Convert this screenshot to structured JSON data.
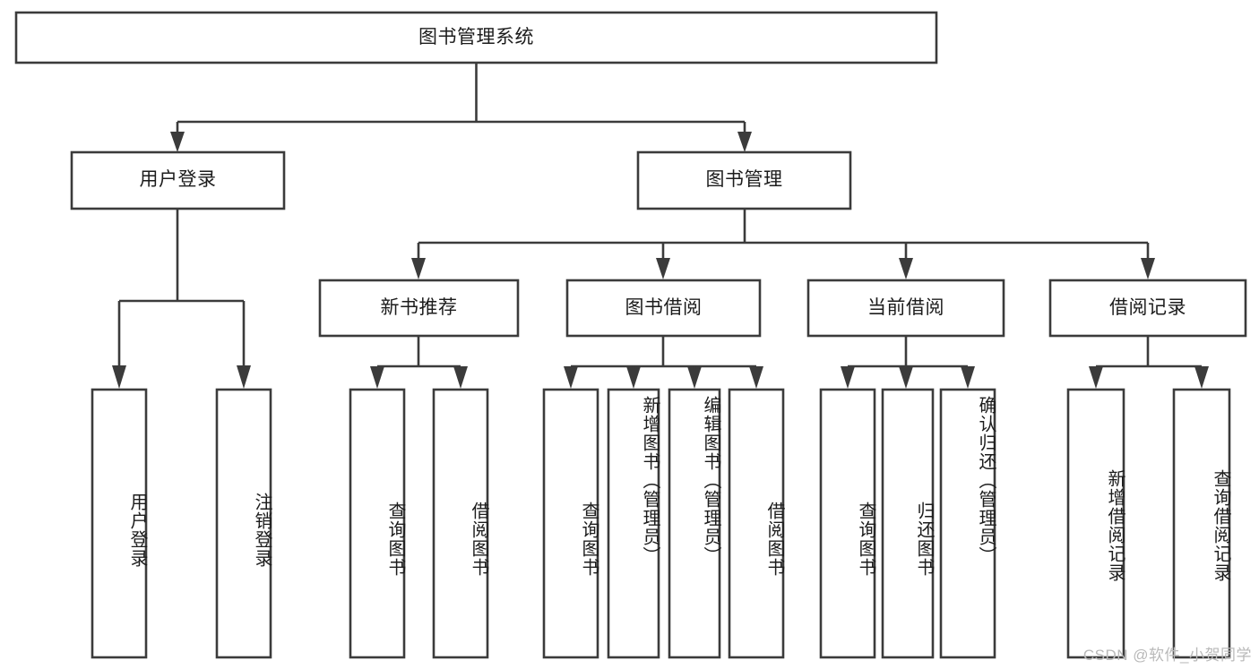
{
  "diagram": {
    "title": "图书管理系统",
    "type": "hierarchy-tree",
    "watermark": "CSDN @软件_小贺同学",
    "colors": {
      "stroke": "#3b3b3b",
      "box_fill": "#ffffff",
      "text": "#1c1c1c",
      "background": "#ffffff",
      "watermark": "#b9b9b9"
    },
    "levels": {
      "level1": [
        {
          "id": "root",
          "label": "图书管理系统",
          "orientation": "horizontal"
        }
      ],
      "level2": [
        {
          "id": "user-login",
          "label": "用户登录",
          "orientation": "horizontal"
        },
        {
          "id": "book-manage",
          "label": "图书管理",
          "orientation": "horizontal"
        }
      ],
      "level3": [
        {
          "id": "new-book-recommend",
          "label": "新书推荐",
          "orientation": "horizontal"
        },
        {
          "id": "book-borrow",
          "label": "图书借阅",
          "orientation": "horizontal"
        },
        {
          "id": "current-borrow",
          "label": "当前借阅",
          "orientation": "horizontal"
        },
        {
          "id": "borrow-record",
          "label": "借阅记录",
          "orientation": "horizontal"
        }
      ],
      "level4": [
        {
          "id": "leaf-user-login",
          "label": "用户登录",
          "orientation": "vertical",
          "parent": "user-login"
        },
        {
          "id": "leaf-logout-login",
          "label": "注销登录",
          "orientation": "vertical",
          "parent": "user-login"
        },
        {
          "id": "leaf-query-book-1",
          "label": "查询图书",
          "orientation": "vertical",
          "parent": "new-book-recommend"
        },
        {
          "id": "leaf-borrow-book-1",
          "label": "借阅图书",
          "orientation": "vertical",
          "parent": "new-book-recommend"
        },
        {
          "id": "leaf-query-book-2",
          "label": "查询图书",
          "orientation": "vertical",
          "parent": "book-borrow"
        },
        {
          "id": "leaf-add-book",
          "label": "新增图书（管理员）",
          "orientation": "vertical",
          "parent": "book-borrow"
        },
        {
          "id": "leaf-edit-book",
          "label": "编辑图书（管理员）",
          "orientation": "vertical",
          "parent": "book-borrow"
        },
        {
          "id": "leaf-borrow-book-2",
          "label": "借阅图书",
          "orientation": "vertical",
          "parent": "book-borrow"
        },
        {
          "id": "leaf-query-book-3",
          "label": "查询图书",
          "orientation": "vertical",
          "parent": "current-borrow"
        },
        {
          "id": "leaf-return-book",
          "label": "归还图书",
          "orientation": "vertical",
          "parent": "current-borrow"
        },
        {
          "id": "leaf-confirm-return",
          "label": "确认归还（管理员）",
          "orientation": "vertical",
          "parent": "current-borrow"
        },
        {
          "id": "leaf-add-record",
          "label": "新增借阅记录",
          "orientation": "vertical",
          "parent": "borrow-record"
        },
        {
          "id": "leaf-query-record",
          "label": "查询借阅记录",
          "orientation": "vertical",
          "parent": "borrow-record"
        }
      ]
    }
  }
}
